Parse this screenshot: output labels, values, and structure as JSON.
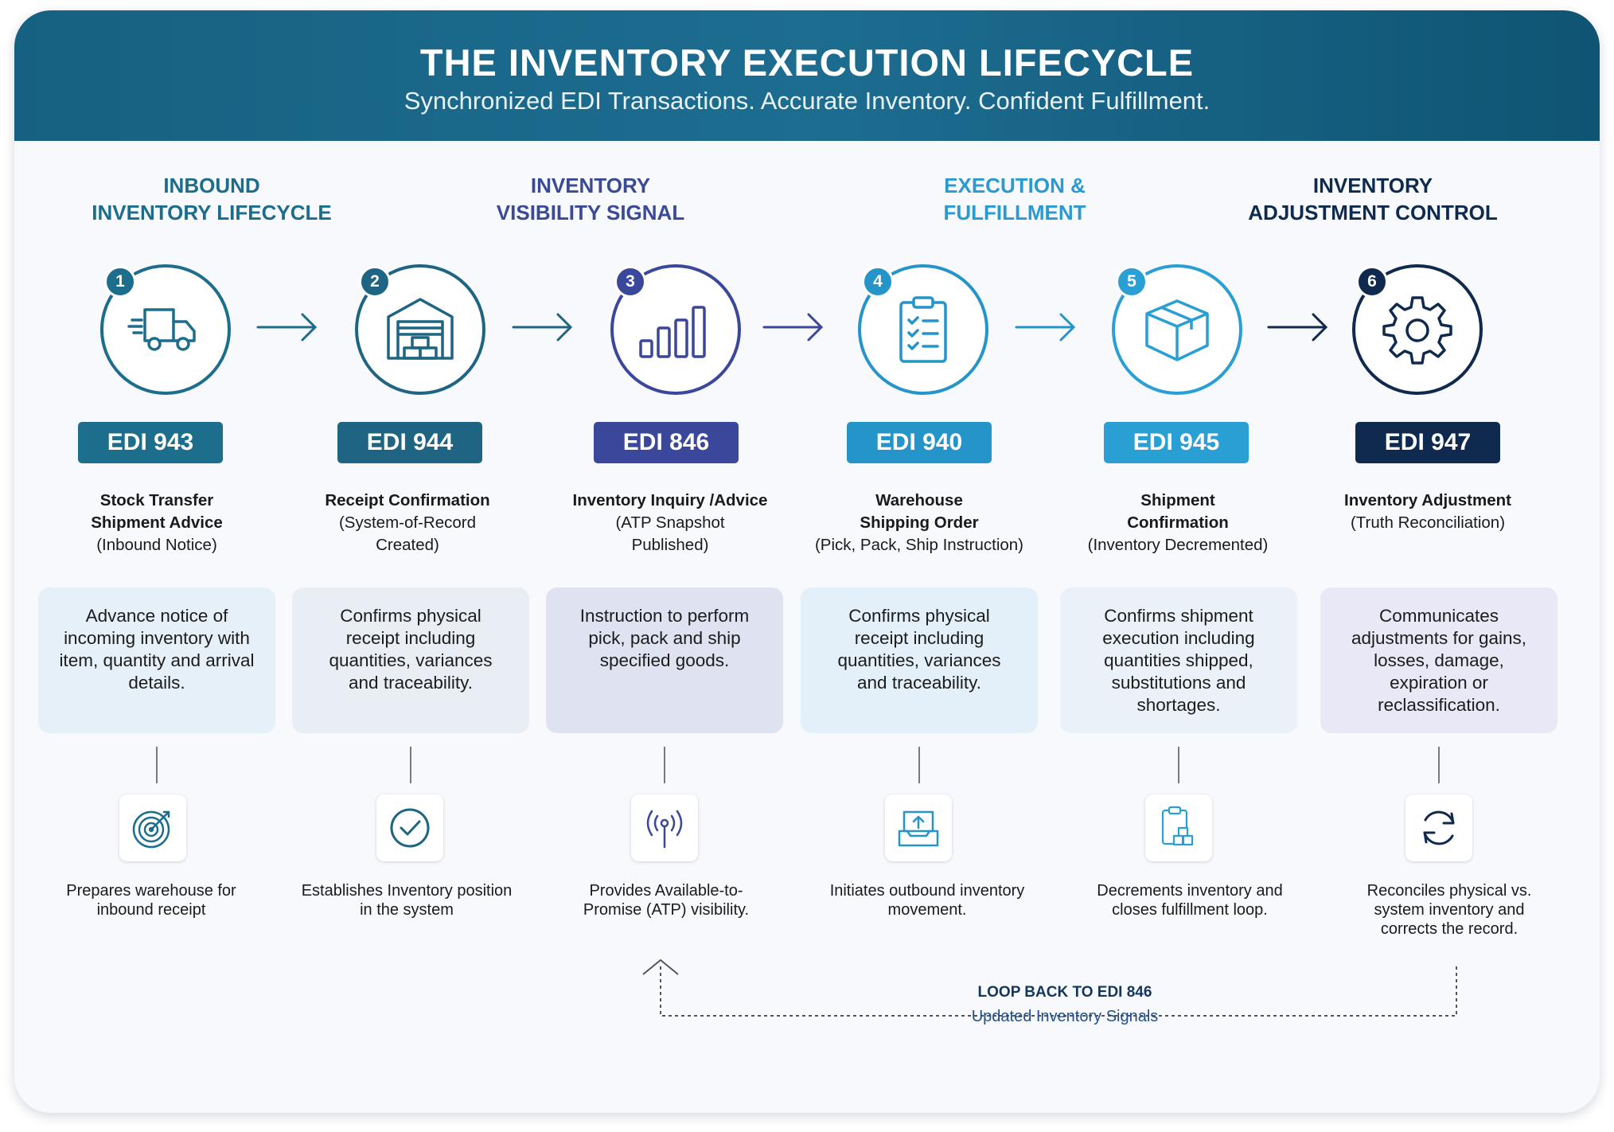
{
  "header": {
    "title": "THE INVENTORY EXECUTION LIFECYCLE",
    "subtitle": "Synchronized EDI Transactions. Accurate Inventory. Confident Fulfillment."
  },
  "sections": [
    {
      "line1": "INBOUND",
      "line2": "INVENTORY LIFECYCLE",
      "color": "#1c6d8c"
    },
    {
      "line1": "INVENTORY",
      "line2": "VISIBILITY SIGNAL",
      "color": "#3a4a96"
    },
    {
      "line1": "EXECUTION &",
      "line2": "FULFILLMENT",
      "color": "#2a9ad0"
    },
    {
      "line1": "INVENTORY",
      "line2": "ADJUSTMENT CONTROL",
      "color": "#0e2a4e"
    }
  ],
  "steps": [
    {
      "number": "1",
      "icon": "truck-icon",
      "edi": "EDI 943",
      "color": "#1d6d8d",
      "name": "Stock Transfer\nShipment Advice",
      "detail": "(Inbound Notice)",
      "desc": "Advance notice of incoming inventory with item, quantity and arrival details.",
      "outcome_icon": "target-icon",
      "outcome": "Prepares warehouse for inbound receipt"
    },
    {
      "number": "2",
      "icon": "warehouse-icon",
      "edi": "EDI 944",
      "color": "#1f6583",
      "name": "Receipt Confirmation",
      "detail": "(System-of-Record Created)",
      "desc": "Confirms physical receipt including quantities, variances and traceability.",
      "outcome_icon": "check-circle-icon",
      "outcome": "Establishes Inventory position in the system"
    },
    {
      "number": "3",
      "icon": "bar-chart-icon",
      "edi": "EDI 846",
      "color": "#3a479a",
      "name": "Inventory Inquiry /Advice",
      "detail": "(ATP Snapshot Published)",
      "desc": "Instruction to perform pick, pack and ship specified goods.",
      "outcome_icon": "signal-icon",
      "outcome": "Provides Available-to-Promise (ATP) visibility."
    },
    {
      "number": "4",
      "icon": "clipboard-icon",
      "edi": "EDI 940",
      "color": "#2594c9",
      "name": "Warehouse\nShipping Order",
      "detail": "(Pick, Pack, Ship Instruction)",
      "desc": "Confirms physical receipt including quantities, variances and traceability.",
      "outcome_icon": "outbox-icon",
      "outcome": "Initiates outbound inventory movement."
    },
    {
      "number": "5",
      "icon": "box-icon",
      "edi": "EDI 945",
      "color": "#2a9fd4",
      "name": "Shipment\nConfirmation",
      "detail": "(Inventory Decremented)",
      "desc": "Confirms shipment execution including quantities shipped, substitutions and shortages.",
      "outcome_icon": "clipboard-boxes-icon",
      "outcome": "Decrements inventory and closes fulfillment loop."
    },
    {
      "number": "6",
      "icon": "gear-icon",
      "edi": "EDI 947",
      "color": "#0f2a4e",
      "name": "Inventory Adjustment",
      "detail": "(Truth Reconciliation)",
      "desc": "Communicates adjustments for gains, losses, damage, expiration or reclassification.",
      "outcome_icon": "refresh-icon",
      "outcome": "Reconciles physical vs. system inventory and corrects the record."
    }
  ],
  "loop": {
    "title": "LOOP BACK TO EDI 846",
    "subtitle": "Updated Inventory Signals"
  }
}
